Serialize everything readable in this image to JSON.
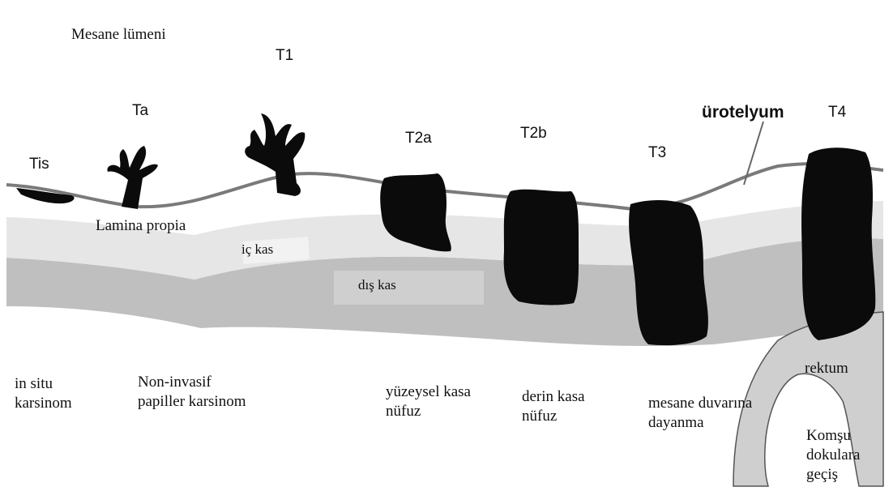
{
  "labels": {
    "lumen": "Mesane lümeni",
    "stages": {
      "tis": "Tis",
      "ta": "Ta",
      "t1": "T1",
      "t2a": "T2a",
      "t2b": "T2b",
      "t3": "T3",
      "t4": "T4"
    },
    "layers": {
      "urothelium": "ürotelyum",
      "lamina_propria": "Lamina propia",
      "inner_muscle": "iç kas",
      "outer_muscle": "dış kas",
      "rectum": "rektum"
    },
    "descriptions": {
      "tis": "in situ\nkarsinom",
      "ta": "Non-invasif\npapiller karsinom",
      "t2a": "yüzeysel kasa\nnüfuz",
      "t2b": "derin kasa\nnüfuz",
      "t3": "mesane duvarına\ndayanma",
      "t4": "Komşu\ndokulara\ngeçiş"
    }
  },
  "colors": {
    "tumor": "#0b0b0b",
    "lamina_propria": "#ffffff",
    "inner_muscle": "#e6e6e6",
    "outer_muscle": "#bfbfbf",
    "urothelium_line": "#7a7a7a",
    "rectum": "#cfcfcf"
  }
}
